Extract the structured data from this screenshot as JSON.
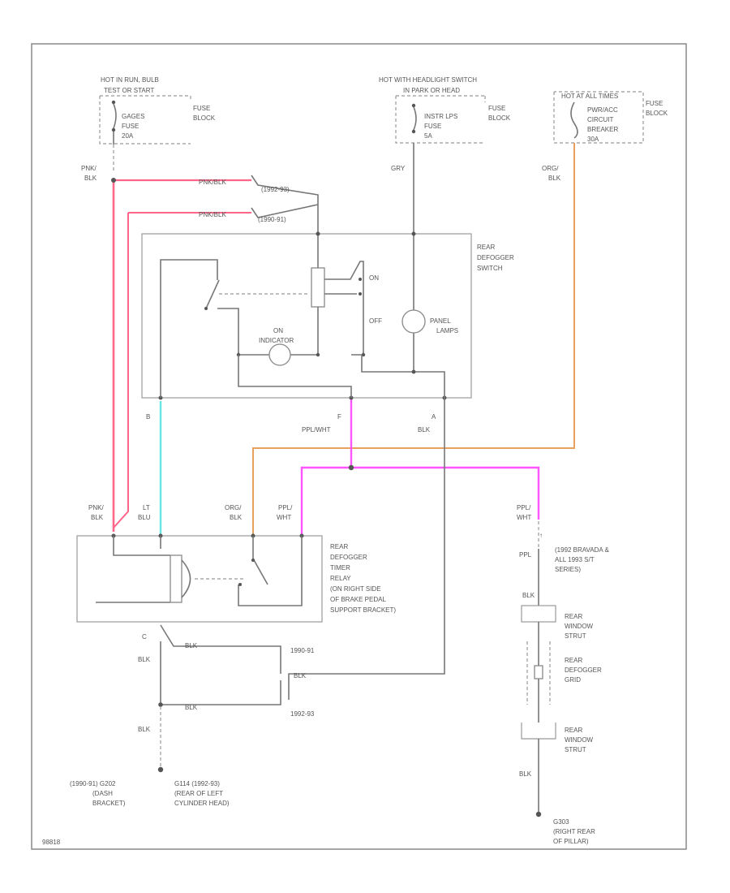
{
  "diagram_id": "98818",
  "colors": {
    "pink": "#ff6688",
    "light_blue": "#66e6e6",
    "orange": "#e8a060",
    "purple": "#ff55ff",
    "wire": "#777777"
  },
  "sources": {
    "left": {
      "note1": "HOT IN RUN, BULB",
      "note2": "TEST OR START",
      "fuse1": "GAGES",
      "fuse2": "FUSE",
      "fuse3": "20A",
      "block1": "FUSE",
      "block2": "BLOCK"
    },
    "mid": {
      "note1": "HOT WITH HEADLIGHT SWITCH",
      "note2": "IN PARK OR HEAD",
      "fuse1": "INSTR LPS",
      "fuse2": "FUSE",
      "fuse3": "5A",
      "block1": "FUSE",
      "block2": "BLOCK"
    },
    "right": {
      "note1": "HOT AT ALL TIMES",
      "fuse1": "PWR/ACC",
      "fuse2": "CIRCUIT",
      "fuse3": "BREAKER",
      "fuse4": "30A",
      "block1": "FUSE",
      "block2": "BLOCK"
    }
  },
  "wires": {
    "pnk_blk_1": "PNK/",
    "pnk_blk_2": "BLK",
    "gry": "GRY",
    "org_blk_1": "ORG/",
    "org_blk_2": "BLK",
    "pnk_blk_a": "PNK/BLK",
    "pnk_blk_b": "PNK/BLK",
    "year_9293": "(1992-93)",
    "year_9091": "(1990-91)",
    "term_b": "B",
    "term_f": "F",
    "term_a": "A",
    "ppl_wht": "PPL/WHT",
    "blk_a": "BLK",
    "relay_pnk1": "PNK/",
    "relay_pnk2": "BLK",
    "relay_lt1": "LT",
    "relay_lt2": "BLU",
    "relay_org1": "ORG/",
    "relay_org2": "BLK",
    "relay_ppl1": "PPL/",
    "relay_ppl2": "WHT",
    "right_ppl1": "PPL/",
    "right_ppl2": "WHT",
    "right_ppl": "PPL",
    "right_blk1": "BLK",
    "right_blk2": "BLK",
    "term_c": "C",
    "blk_c": "BLK",
    "blk_g1": "BLK",
    "blk_g2": "BLK",
    "blk_g3": "BLK",
    "blk_ground": "BLK",
    "year_9091b": "1990-91",
    "year_9293b": "1992-93"
  },
  "switch": {
    "title1": "REAR",
    "title2": "DEFOGGER",
    "title3": "SWITCH",
    "on": "ON",
    "off": "OFF",
    "indicator1": "ON",
    "indicator2": "INDICATOR",
    "panel1": "PANEL",
    "panel2": "LAMPS"
  },
  "relay": {
    "l1": "REAR",
    "l2": "DEFOGGER",
    "l3": "TIMER",
    "l4": "RELAY",
    "l5": "(ON RIGHT SIDE",
    "l6": "OF BRAKE PEDAL",
    "l7": "SUPPORT BRACKET)"
  },
  "right_parts": {
    "note1": "(1992 BRAVADA &",
    "note2": "ALL 1993 S/T",
    "note3": "SERIES)",
    "strut_a1": "REAR",
    "strut_a2": "WINDOW",
    "strut_a3": "STRUT",
    "grid1": "REAR",
    "grid2": "DEFOGGER",
    "grid3": "GRID",
    "strut_b1": "REAR",
    "strut_b2": "WINDOW",
    "strut_b3": "STRUT"
  },
  "grounds": {
    "left1": "(1990-91) G202",
    "left2": "(DASH",
    "left3": "BRACKET)",
    "mid1": "G114   (1992-93)",
    "mid2": "(REAR OF LEFT",
    "mid3": "CYLINDER HEAD)",
    "right1": "G303",
    "right2": "(RIGHT REAR",
    "right3": "OF PILLAR)"
  }
}
